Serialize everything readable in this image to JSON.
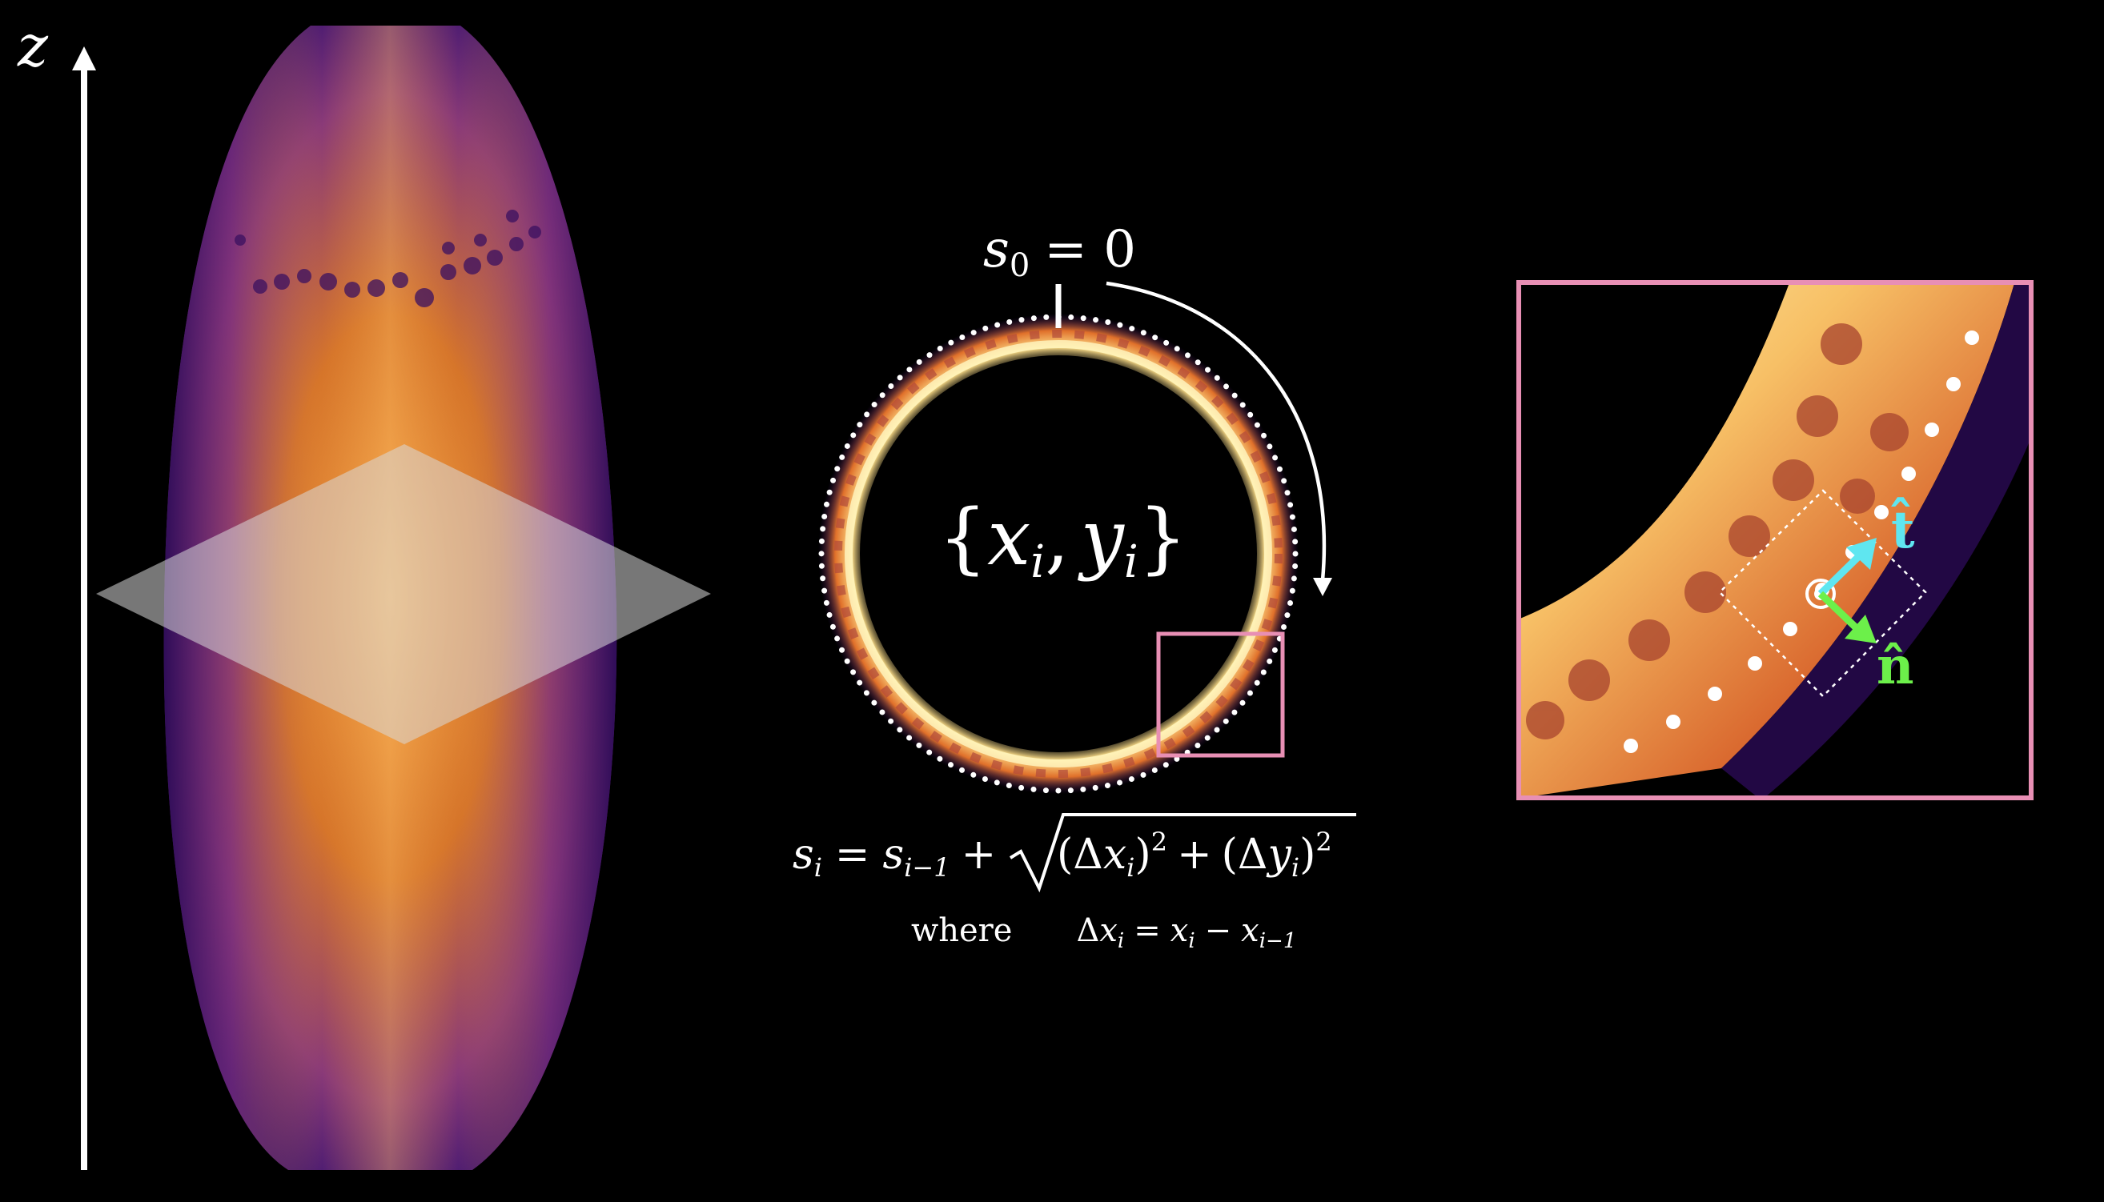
{
  "axis": {
    "label": "z"
  },
  "ring": {
    "origin_label_lhs": "s",
    "origin_label_sub": "0",
    "origin_label_rhs": "= 0",
    "points_label_open": "{",
    "points_label_x": "x",
    "points_label_i1": "i",
    "points_label_comma": ",",
    "points_label_y": "y",
    "points_label_i2": "i",
    "points_label_close": "}"
  },
  "equation": {
    "lhs_s": "s",
    "lhs_sub": "i",
    "eq": "=",
    "prev_s": "s",
    "prev_sub": "i−1",
    "plus": "+",
    "term1_open": "(Δ",
    "term1_x": "x",
    "term1_sub": "i",
    "term1_close": ")",
    "term1_exp": "2",
    "plus2": "+",
    "term2_open": "(Δ",
    "term2_y": "y",
    "term2_sub": "i",
    "term2_close": ")",
    "term2_exp": "2"
  },
  "where_line": {
    "where": "where",
    "delta": "Δ",
    "x1": "x",
    "sub1": "i",
    "eq": "=",
    "x2": "x",
    "sub2": "i",
    "minus": "−",
    "x3": "x",
    "sub3": "i−1"
  },
  "inset": {
    "tangent_label": "t̂",
    "normal_label": "n̂"
  },
  "colors": {
    "background": "#000000",
    "inset_border": "#e88fb4",
    "tangent": "#5fe6f0",
    "normal": "#6cf04a",
    "plasma_dark": "#4a1a8a",
    "plasma_mid": "#c8642a",
    "plasma_bright": "#fff0a0"
  }
}
